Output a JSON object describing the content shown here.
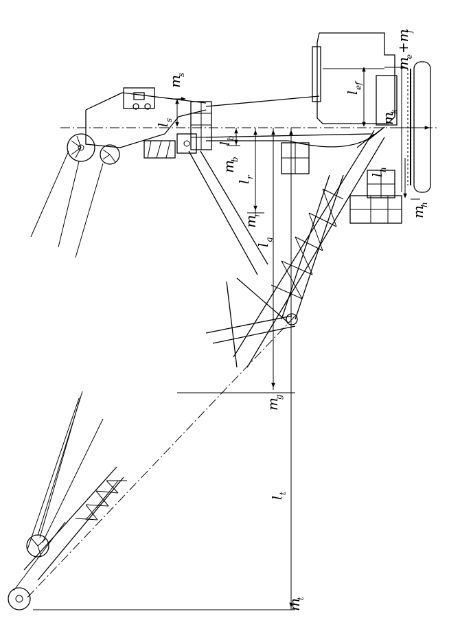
{
  "labels": {
    "m_s": "m",
    "m_s_sub": "s",
    "l_s": "l",
    "l_s_sub": "s",
    "l_b": "l",
    "l_b_sub": "b",
    "m_b": "m",
    "m_b_sub": "b",
    "l_r": "l",
    "l_r_sub": "r",
    "m_r": "m",
    "m_r_sub": "r",
    "l_g": "l",
    "l_g_sub": "g",
    "m_g": "m",
    "m_g_sub": "g",
    "l_t": "l",
    "l_t_sub": "t",
    "m_t": "m",
    "m_t_sub": "t",
    "m_ef": "m",
    "m_ef_sub_e": "e",
    "m_ef_plus": "+m",
    "m_ef_sub_f": "f",
    "l_ef": "l",
    "l_ef_sub": "ef",
    "m_k": "m",
    "m_k_sub": "k",
    "l_h": "l",
    "l_h_sub": "h",
    "m_h": "m",
    "m_h_sub": "h"
  }
}
